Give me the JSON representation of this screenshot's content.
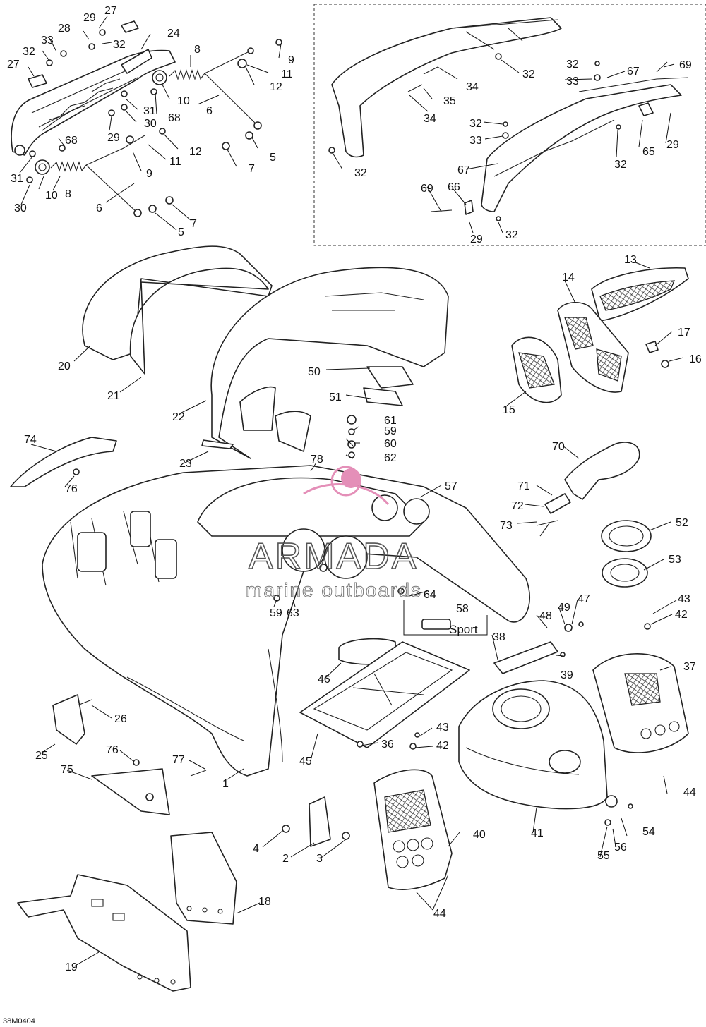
{
  "drawing_code": "38M0404",
  "watermark": {
    "title": "ARMADA",
    "subtitle": "marine outboards",
    "color": "#e48fb8"
  },
  "badge_text": "Sport",
  "callouts": [
    {
      "id": "c27a",
      "label": "27"
    },
    {
      "id": "c29a",
      "label": "29"
    },
    {
      "id": "c28",
      "label": "28"
    },
    {
      "id": "c33a",
      "label": "33"
    },
    {
      "id": "c32a",
      "label": "32"
    },
    {
      "id": "c32b",
      "label": "32"
    },
    {
      "id": "c24",
      "label": "24"
    },
    {
      "id": "c8a",
      "label": "8"
    },
    {
      "id": "c9a",
      "label": "9"
    },
    {
      "id": "c11a",
      "label": "11"
    },
    {
      "id": "c27b",
      "label": "27"
    },
    {
      "id": "c12a",
      "label": "12"
    },
    {
      "id": "c10a",
      "label": "10"
    },
    {
      "id": "c31a",
      "label": "31"
    },
    {
      "id": "c68a",
      "label": "68"
    },
    {
      "id": "c6a",
      "label": "6"
    },
    {
      "id": "c29b",
      "label": "29"
    },
    {
      "id": "c30a",
      "label": "30"
    },
    {
      "id": "c68b",
      "label": "68"
    },
    {
      "id": "c12b",
      "label": "12"
    },
    {
      "id": "c11b",
      "label": "11"
    },
    {
      "id": "c5a",
      "label": "5"
    },
    {
      "id": "c9b",
      "label": "9"
    },
    {
      "id": "c7a",
      "label": "7"
    },
    {
      "id": "c31b",
      "label": "31"
    },
    {
      "id": "c10b",
      "label": "10"
    },
    {
      "id": "c8b",
      "label": "8"
    },
    {
      "id": "c30b",
      "label": "30"
    },
    {
      "id": "c6b",
      "label": "6"
    },
    {
      "id": "c7b",
      "label": "7"
    },
    {
      "id": "c5b",
      "label": "5"
    },
    {
      "id": "c32c",
      "label": "32"
    },
    {
      "id": "c34a",
      "label": "34"
    },
    {
      "id": "c32d",
      "label": "32"
    },
    {
      "id": "c33b",
      "label": "33"
    },
    {
      "id": "c67a",
      "label": "67"
    },
    {
      "id": "c69a",
      "label": "69"
    },
    {
      "id": "c35",
      "label": "35"
    },
    {
      "id": "c34b",
      "label": "34"
    },
    {
      "id": "c32e",
      "label": "32"
    },
    {
      "id": "c33c",
      "label": "33"
    },
    {
      "id": "c65",
      "label": "65"
    },
    {
      "id": "c29c",
      "label": "29"
    },
    {
      "id": "c32f",
      "label": "32"
    },
    {
      "id": "c32g",
      "label": "32"
    },
    {
      "id": "c67b",
      "label": "67"
    },
    {
      "id": "c69b",
      "label": "69"
    },
    {
      "id": "c66",
      "label": "66"
    },
    {
      "id": "c29d",
      "label": "29"
    },
    {
      "id": "c32h",
      "label": "32"
    },
    {
      "id": "c13",
      "label": "13"
    },
    {
      "id": "c14",
      "label": "14"
    },
    {
      "id": "c17",
      "label": "17"
    },
    {
      "id": "c16",
      "label": "16"
    },
    {
      "id": "c15",
      "label": "15"
    },
    {
      "id": "c20",
      "label": "20"
    },
    {
      "id": "c21",
      "label": "21"
    },
    {
      "id": "c22",
      "label": "22"
    },
    {
      "id": "c50",
      "label": "50"
    },
    {
      "id": "c51",
      "label": "51"
    },
    {
      "id": "c61",
      "label": "61"
    },
    {
      "id": "c59a",
      "label": "59"
    },
    {
      "id": "c60",
      "label": "60"
    },
    {
      "id": "c62",
      "label": "62"
    },
    {
      "id": "c74",
      "label": "74"
    },
    {
      "id": "c23",
      "label": "23"
    },
    {
      "id": "c76a",
      "label": "76"
    },
    {
      "id": "c78",
      "label": "78"
    },
    {
      "id": "c70",
      "label": "70"
    },
    {
      "id": "c57",
      "label": "57"
    },
    {
      "id": "c71",
      "label": "71"
    },
    {
      "id": "c72",
      "label": "72"
    },
    {
      "id": "c73",
      "label": "73"
    },
    {
      "id": "c52",
      "label": "52"
    },
    {
      "id": "c53",
      "label": "53"
    },
    {
      "id": "c59b",
      "label": "59"
    },
    {
      "id": "c63",
      "label": "63"
    },
    {
      "id": "c64",
      "label": "64"
    },
    {
      "id": "c58",
      "label": "58"
    },
    {
      "id": "c43a",
      "label": "43"
    },
    {
      "id": "c42a",
      "label": "42"
    },
    {
      "id": "c47",
      "label": "47"
    },
    {
      "id": "c49",
      "label": "49"
    },
    {
      "id": "c48",
      "label": "48"
    },
    {
      "id": "c38",
      "label": "38"
    },
    {
      "id": "c37",
      "label": "37"
    },
    {
      "id": "c39",
      "label": "39"
    },
    {
      "id": "c46",
      "label": "46"
    },
    {
      "id": "c26",
      "label": "26"
    },
    {
      "id": "c25",
      "label": "25"
    },
    {
      "id": "c36",
      "label": "36"
    },
    {
      "id": "c43b",
      "label": "43"
    },
    {
      "id": "c42b",
      "label": "42"
    },
    {
      "id": "c45",
      "label": "45"
    },
    {
      "id": "c76b",
      "label": "76"
    },
    {
      "id": "c77",
      "label": "77"
    },
    {
      "id": "c75",
      "label": "75"
    },
    {
      "id": "c1",
      "label": "1"
    },
    {
      "id": "c44a",
      "label": "44"
    },
    {
      "id": "c41",
      "label": "41"
    },
    {
      "id": "c54",
      "label": "54"
    },
    {
      "id": "c40",
      "label": "40"
    },
    {
      "id": "c4",
      "label": "4"
    },
    {
      "id": "c2",
      "label": "2"
    },
    {
      "id": "c3",
      "label": "3"
    },
    {
      "id": "c55",
      "label": "55"
    },
    {
      "id": "c56",
      "label": "56"
    },
    {
      "id": "c18",
      "label": "18"
    },
    {
      "id": "c44b",
      "label": "44"
    },
    {
      "id": "c19",
      "label": "19"
    }
  ]
}
